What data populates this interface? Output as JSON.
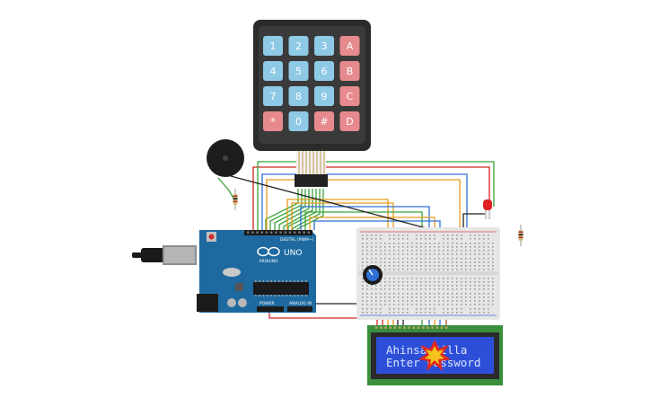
{
  "keypad": {
    "keys": [
      {
        "label": "1",
        "kind": "num"
      },
      {
        "label": "2",
        "kind": "num"
      },
      {
        "label": "3",
        "kind": "num"
      },
      {
        "label": "A",
        "kind": "fn"
      },
      {
        "label": "4",
        "kind": "num"
      },
      {
        "label": "5",
        "kind": "num"
      },
      {
        "label": "6",
        "kind": "num"
      },
      {
        "label": "B",
        "kind": "fn"
      },
      {
        "label": "7",
        "kind": "num"
      },
      {
        "label": "8",
        "kind": "num"
      },
      {
        "label": "9",
        "kind": "num"
      },
      {
        "label": "C",
        "kind": "fn"
      },
      {
        "label": "*",
        "kind": "fn"
      },
      {
        "label": "0",
        "kind": "num"
      },
      {
        "label": "#",
        "kind": "fn"
      },
      {
        "label": "D",
        "kind": "fn"
      }
    ]
  },
  "arduino": {
    "brand": "ARDUINO",
    "model": "UNO",
    "digital_label": "DIGITAL (PWM~)",
    "power_label": "POWER",
    "analog_label": "ANALOG IN"
  },
  "lcd": {
    "line1": "Ahinsa Silla",
    "line2": "Enter Password"
  },
  "colors": {
    "keypad_body": "#2b2b2b",
    "key_number": "#8ec9e6",
    "key_function": "#e78a8e",
    "arduino_board": "#1e6aa0",
    "breadboard": "#e6e6e6",
    "lcd_board": "#3a8f3d",
    "lcd_screen": "#2d4fd8",
    "wire_red": "#d32626",
    "wire_green": "#3aa53a",
    "wire_blue": "#2f6fd6",
    "wire_orange": "#e79a1f",
    "wire_black": "#222222",
    "wire_brown": "#9b5a2a"
  }
}
